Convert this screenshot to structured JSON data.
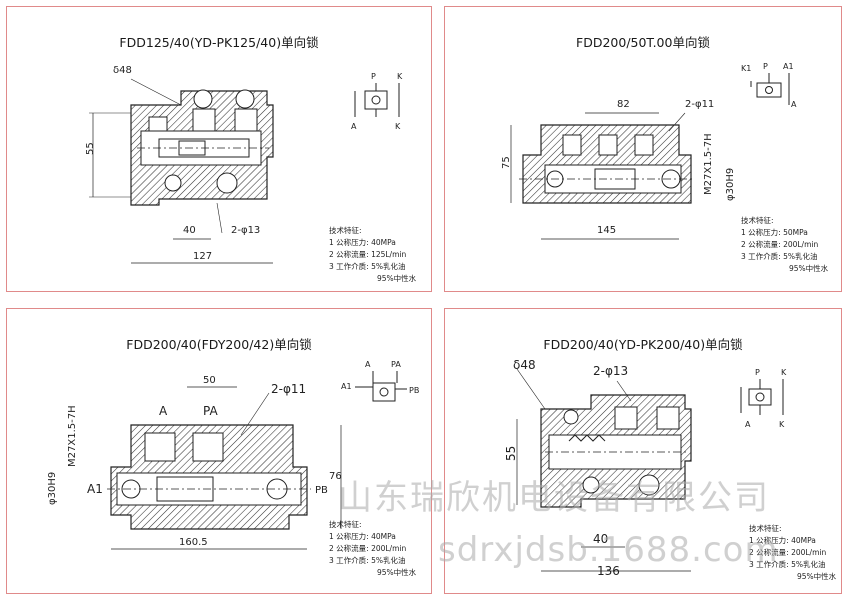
{
  "panels": {
    "p1": {
      "title": "FDD125/40(YD-PK125/40)单向锁",
      "dims": {
        "delta": "δ48",
        "height": "55",
        "width_inner": "40",
        "width_total": "127",
        "holes": "2-φ13"
      },
      "symbol": {
        "top_left": "P",
        "top_right": "K",
        "bottom_left": "A",
        "bottom_right": "K"
      },
      "specs": {
        "heading": "技术特征:",
        "l1": "1 公称压力: 40MPa",
        "l2": "2 公称流量: 125L/min",
        "l3": "3 工作介质: 5%乳化油",
        "l4": "95%中性水"
      }
    },
    "p2": {
      "title": "FDD200/50T.00单向锁",
      "dims": {
        "top": "82",
        "holes": "2-φ11",
        "height": "75",
        "thread": "M27X1.5-7H",
        "bore": "φ30H9",
        "width": "145"
      },
      "symbol": {
        "k1": "K1",
        "p": "P",
        "a1": "A1",
        "a": "A"
      },
      "specs": {
        "heading": "技术特征:",
        "l1": "1 公称压力: 50MPa",
        "l2": "2 公称流量: 200L/min",
        "l3": "3 工作介质: 5%乳化油",
        "l4": "95%中性水"
      }
    },
    "p3": {
      "title": "FDD200/40(FDY200/42)单向锁",
      "dims": {
        "top": "50",
        "holes": "2-φ11",
        "port_a": "A",
        "port_pa": "PA",
        "thread": "M27X1.5-7H",
        "bore": "φ30H9",
        "port_a1": "A1",
        "port_pb": "PB",
        "height": "76",
        "width": "160.5"
      },
      "symbol": {
        "a": "A",
        "pa": "PA",
        "a1": "A1",
        "pb": "PB"
      },
      "specs": {
        "heading": "技术特征:",
        "l1": "1 公称压力: 40MPa",
        "l2": "2 公称流量: 200L/min",
        "l3": "3 工作介质: 5%乳化油",
        "l4": "95%中性水"
      }
    },
    "p4": {
      "title": "FDD200/40(YD-PK200/40)单向锁",
      "dims": {
        "delta": "δ48",
        "holes": "2-φ13",
        "height": "55",
        "width_inner": "40",
        "width_total": "136"
      },
      "symbol": {
        "top_left": "P",
        "top_right": "K",
        "bottom_left": "A",
        "bottom_right": "K"
      },
      "specs": {
        "heading": "技术特征:",
        "l1": "1 公称压力: 40MPa",
        "l2": "2 公称流量: 200L/min",
        "l3": "3 工作介质: 5%乳化油",
        "l4": "95%中性水"
      }
    }
  },
  "watermark": {
    "company": "山东瑞欣机电设备有限公司",
    "site": "sdrxjdsb.1688.com"
  },
  "colors": {
    "border": "#e08a8a",
    "line": "#222222",
    "hatch": "#333333"
  }
}
